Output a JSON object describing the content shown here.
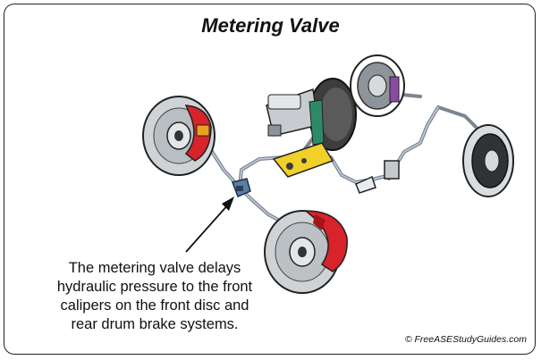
{
  "title": "Metering Valve",
  "caption": [
    "The metering valve delays",
    "hydraulic pressure to the front",
    "calipers on the front disc and",
    "rear drum brake systems."
  ],
  "copyright": "© FreeASEStudyGuides.com",
  "colors": {
    "caliper": "#d8232a",
    "rotor": "#cfd3d6",
    "valve_body": "#f2d02a",
    "metering_valve": "#5b7da8",
    "brake_line": "#a9b3c2"
  }
}
